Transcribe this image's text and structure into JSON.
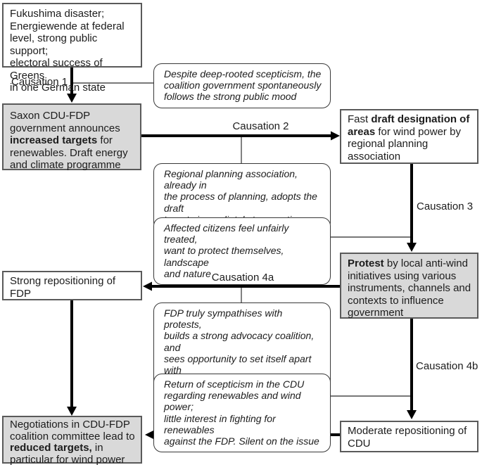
{
  "colors": {
    "shaded_fill": "#d9d9d9",
    "box_border": "#5a5a5a",
    "note_border": "#383838",
    "arrow": "#000000",
    "connector": "#4c4c4c",
    "text": "#1c1c1c"
  },
  "labels": {
    "causation_1": "Causation 1",
    "causation_2": "Causation 2",
    "causation_3": "Causation 3",
    "causation_4a": "Causation 4a",
    "causation_4b": "Causation 4b"
  },
  "boxes": {
    "fukushima": {
      "segments": [
        {
          "t": "Fukushima disaster;\nEnergiewende at federal\nlevel, strong public support;\nelectoral success of Greens\nin one German state",
          "b": false
        }
      ]
    },
    "saxon_government": {
      "segments": [
        {
          "t": "Saxon CDU-FDP\ngovernment announces\n",
          "b": false
        },
        {
          "t": "increased targets",
          "b": true
        },
        {
          "t": " for\nrenewables. Draft energy\nand climate programme",
          "b": false
        }
      ]
    },
    "draft_designation": {
      "segments": [
        {
          "t": "Fast ",
          "b": false
        },
        {
          "t": "draft designation of\nareas",
          "b": true
        },
        {
          "t": " for wind power by\nregional planning\nassociation",
          "b": false
        }
      ]
    },
    "protest": {
      "segments": [
        {
          "t": "Protest",
          "b": true
        },
        {
          "t": " by local anti-wind\ninitiatives using various\ninstruments, channels and\ncontexts to influence\ngovernment",
          "b": false
        }
      ]
    },
    "fdp_repositioning": {
      "segments": [
        {
          "t": "Strong repositioning of\nFDP",
          "b": false
        }
      ]
    },
    "negotiations": {
      "segments": [
        {
          "t": "Negotiations in CDU-FDP\ncoalition committee lead to\n",
          "b": false
        },
        {
          "t": "reduced targets,",
          "b": true
        },
        {
          "t": " in\nparticular for wind power",
          "b": false
        }
      ]
    },
    "cdu_repositioning": {
      "segments": [
        {
          "t": "Moderate repositioning of\nCDU",
          "b": false
        }
      ]
    }
  },
  "notes": {
    "public_mood": "Despite deep-rooted scepticism, the\ncoalition government spontaneously\nfollows the strong public mood",
    "planning_association": "Regional planning association, already in\nthe process of planning, adopts the draft\ntargets immediately to save time",
    "affected_citizens": "Affected citizens feel unfairly treated,\nwant to protect themselves, landscape\nand nature",
    "fdp_sympathy": "FDP truly sympathises with protests,\nbuilds a strong advocacy coalition, and\nsees opportunity to set itself apart with\nregard to the upcoming elections",
    "cdu_scepticism": "Return of scepticism in the CDU\nregarding renewables and wind power;\nlittle interest in fighting for renewables\nagainst the FDP. Silent on the issue"
  }
}
